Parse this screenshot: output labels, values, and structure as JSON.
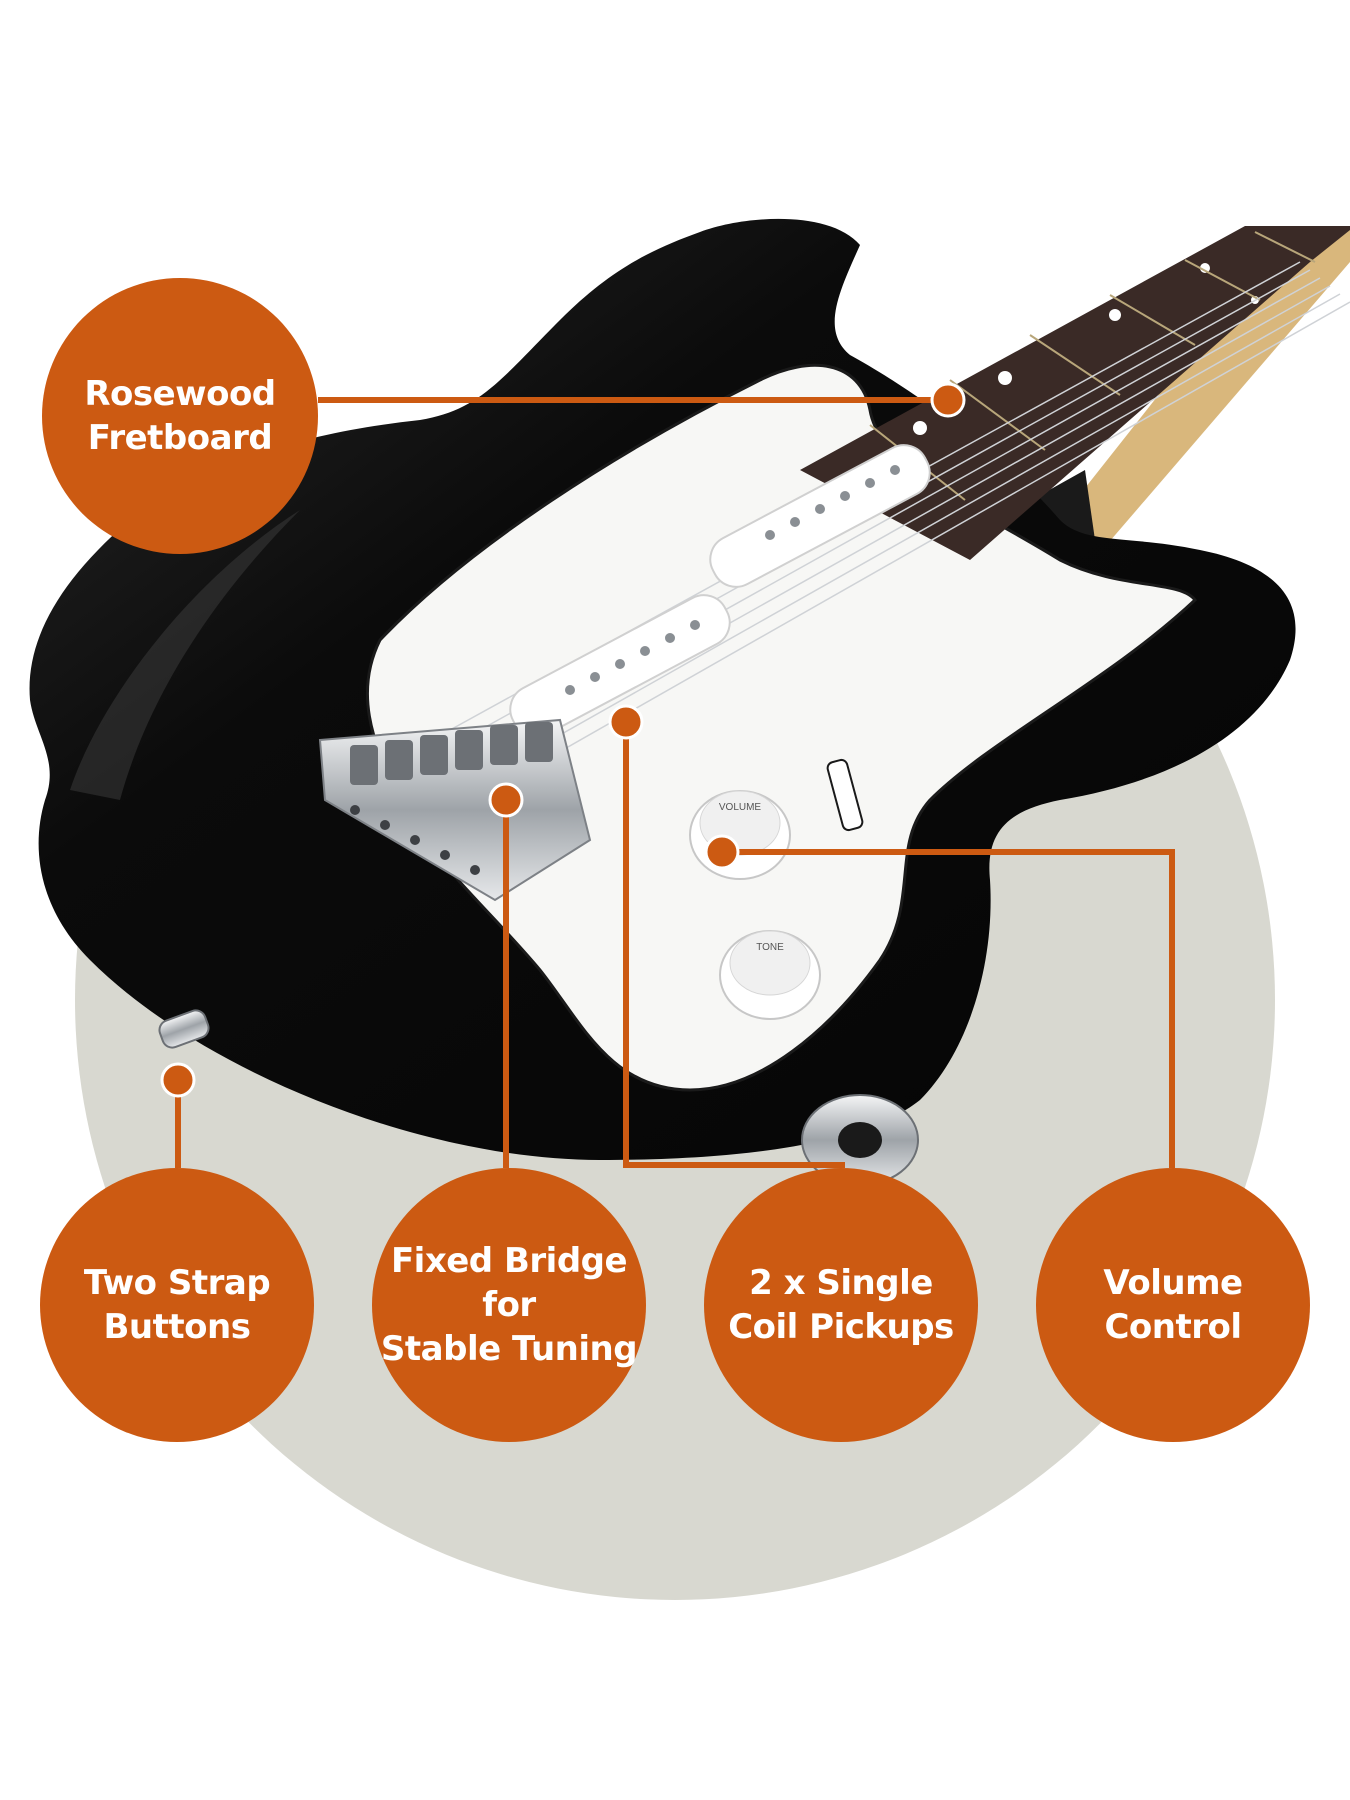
{
  "colors": {
    "accent": "#cc5a12",
    "backdrop": "#d8d8d0",
    "body": "#0c0c0c",
    "pickguard": "#f7f7f5",
    "fretboard": "#3a2a26",
    "maple": "#d9b77c",
    "chrome": "#c9ccd0"
  },
  "icons": [
    "guitar-illustration"
  ],
  "callouts": {
    "fretboard": {
      "line1": "Rosewood",
      "line2": "Fretboard"
    },
    "strap": {
      "line1": "Two Strap",
      "line2": "Buttons"
    },
    "bridge": {
      "line1": "Fixed Bridge for",
      "line2": "Stable Tuning"
    },
    "pickups": {
      "line1": "2 x Single",
      "line2": "Coil Pickups"
    },
    "volume": {
      "line1": "Volume",
      "line2": "Control"
    }
  },
  "knobs": {
    "volume_label": "VOLUME",
    "tone_label": "TONE"
  }
}
